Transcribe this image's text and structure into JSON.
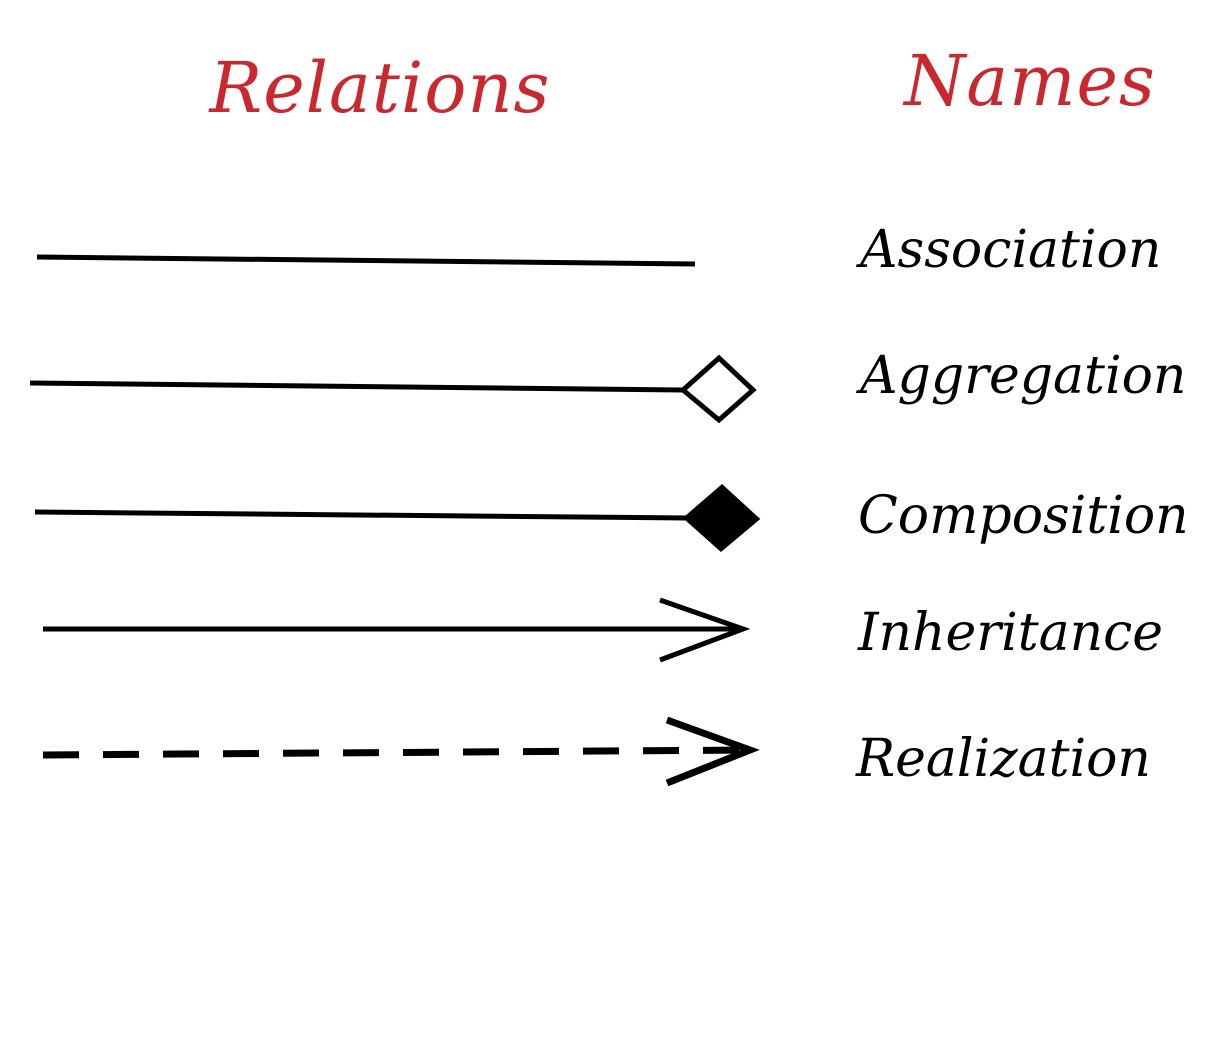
{
  "colors": {
    "heading": "#c8282e",
    "ink": "#000000",
    "background": "#ffffff"
  },
  "headings": {
    "relations": "Relations",
    "names": "Names"
  },
  "relations": [
    {
      "name": "Association",
      "line_style": "solid",
      "end_marker": "none"
    },
    {
      "name": "Aggregation",
      "line_style": "solid",
      "end_marker": "hollow-diamond"
    },
    {
      "name": "Composition",
      "line_style": "solid",
      "end_marker": "filled-diamond"
    },
    {
      "name": "Inheritance",
      "line_style": "solid",
      "end_marker": "open-arrow"
    },
    {
      "name": "Realization",
      "line_style": "dashed",
      "end_marker": "open-arrow"
    }
  ]
}
